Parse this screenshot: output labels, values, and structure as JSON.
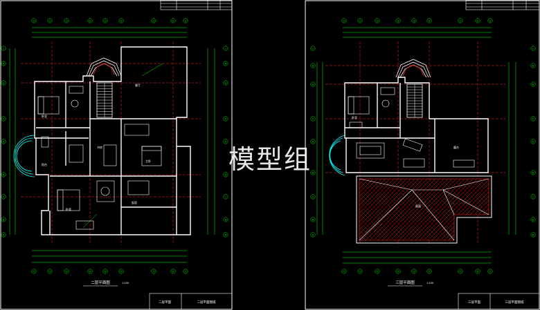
{
  "watermark": "模型组",
  "colors": {
    "background": "#000000",
    "frame": "#ffffff",
    "grid_axis": "#00ff00",
    "dimension": "#00ff00",
    "wall": "#ffffff",
    "wall_accent": "#ff3030",
    "furniture": "#ffffff",
    "stair": "#ffffff",
    "roof_hatch": "#ff2020",
    "roof_lines": "#ffffff",
    "axis_line": "#ff2a2a",
    "title": "#ffffff",
    "room_label": "#ffffff"
  },
  "left_plan": {
    "title": "二层平面图",
    "scale": "1:100",
    "title_block": [
      "二层平面",
      "二层平面图纸"
    ],
    "axis_top": [
      "①",
      "②",
      "③",
      "④",
      "⑤",
      "⑥",
      "⑦",
      "⑧",
      "⑨"
    ],
    "axis_side": [
      "J",
      "H",
      "G",
      "F",
      "E",
      "D",
      "C",
      "B",
      "A"
    ],
    "rooms": [
      "卧室",
      "卧室",
      "书房",
      "客厅",
      "主卧",
      "起居",
      "阳台"
    ]
  },
  "right_plan": {
    "title": "三层平面图",
    "scale": "1:100",
    "title_block": [
      "三层平面",
      "三层平面图纸"
    ],
    "axis_top": [
      "①",
      "②",
      "③",
      "④",
      "⑤",
      "⑥",
      "⑦",
      "⑧",
      "⑨"
    ],
    "axis_side": [
      "J",
      "H",
      "G",
      "F",
      "E",
      "D",
      "C",
      "B",
      "A"
    ],
    "rooms": [
      "卧室",
      "露台",
      "屋面"
    ]
  }
}
